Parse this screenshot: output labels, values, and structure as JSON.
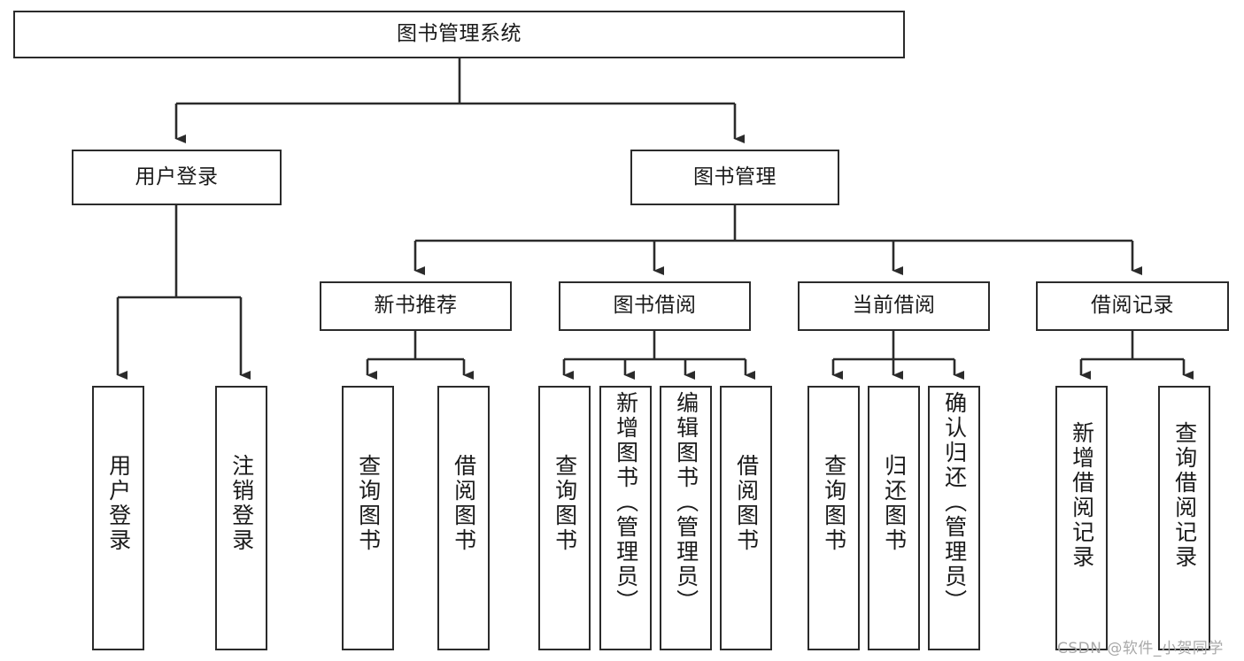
{
  "diagram": {
    "type": "tree-hierarchy-chart",
    "title": "图书管理系统",
    "orientation": "top-down",
    "colors": {
      "stroke": "#2b2b2b",
      "fill": "#ffffff",
      "text": "#1a1a1a",
      "watermark": "#a9a9a9"
    },
    "root": {
      "id": "root",
      "label": "图书管理系统",
      "text_direction": "horizontal"
    },
    "level2": [
      {
        "id": "user-login",
        "label": "用户登录",
        "text_direction": "horizontal"
      },
      {
        "id": "book-management",
        "label": "图书管理",
        "text_direction": "horizontal"
      }
    ],
    "level3": [
      {
        "id": "new-book-recommend",
        "label": "新书推荐",
        "text_direction": "horizontal",
        "parent": "book-management"
      },
      {
        "id": "book-borrow",
        "label": "图书借阅",
        "text_direction": "horizontal",
        "parent": "book-management"
      },
      {
        "id": "current-borrow",
        "label": "当前借阅",
        "text_direction": "horizontal",
        "parent": "book-management"
      },
      {
        "id": "borrow-record",
        "label": "借阅记录",
        "text_direction": "horizontal",
        "parent": "book-management"
      }
    ],
    "leaves": {
      "user-login": [
        {
          "id": "leaf-user-login",
          "label": "用户登录",
          "text_direction": "vertical"
        },
        {
          "id": "leaf-logout-login",
          "label": "注销登录",
          "text_direction": "vertical"
        }
      ],
      "new-book-recommend": [
        {
          "id": "leaf-query-book-1",
          "label": "查询图书",
          "text_direction": "vertical"
        },
        {
          "id": "leaf-borrow-book-1",
          "label": "借阅图书",
          "text_direction": "vertical"
        }
      ],
      "book-borrow": [
        {
          "id": "leaf-query-book-2",
          "label": "查询图书",
          "text_direction": "vertical"
        },
        {
          "id": "leaf-add-book-admin",
          "label": "新增图书（管理员）",
          "text_direction": "vertical"
        },
        {
          "id": "leaf-edit-book-admin",
          "label": "编辑图书（管理员）",
          "text_direction": "vertical"
        },
        {
          "id": "leaf-borrow-book-2",
          "label": "借阅图书",
          "text_direction": "vertical"
        }
      ],
      "current-borrow": [
        {
          "id": "leaf-query-book-3",
          "label": "查询图书",
          "text_direction": "vertical"
        },
        {
          "id": "leaf-return-book",
          "label": "归还图书",
          "text_direction": "vertical"
        },
        {
          "id": "leaf-confirm-return-admin",
          "label": "确认归还（管理员）",
          "text_direction": "vertical"
        }
      ],
      "borrow-record": [
        {
          "id": "leaf-add-borrow-record",
          "label": "新增借阅记录",
          "text_direction": "vertical"
        },
        {
          "id": "leaf-query-borrow-record",
          "label": "查询借阅记录",
          "text_direction": "vertical"
        }
      ]
    }
  },
  "watermark": {
    "text": "CSDN @软件_小贺同学"
  }
}
